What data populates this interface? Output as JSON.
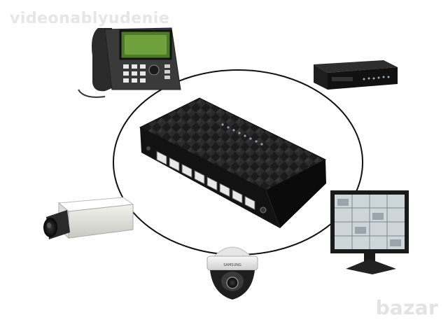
{
  "watermark": {
    "text": "videonablyudenie"
  },
  "brand_logo": {
    "text": "bazar"
  },
  "camera_brand": "SAMSUNG",
  "switch_port_count": 8,
  "devices": [
    {
      "name": "ip-phone"
    },
    {
      "name": "nvr-recorder"
    },
    {
      "name": "network-switch"
    },
    {
      "name": "box-camera"
    },
    {
      "name": "dome-camera"
    },
    {
      "name": "cctv-monitor"
    }
  ]
}
